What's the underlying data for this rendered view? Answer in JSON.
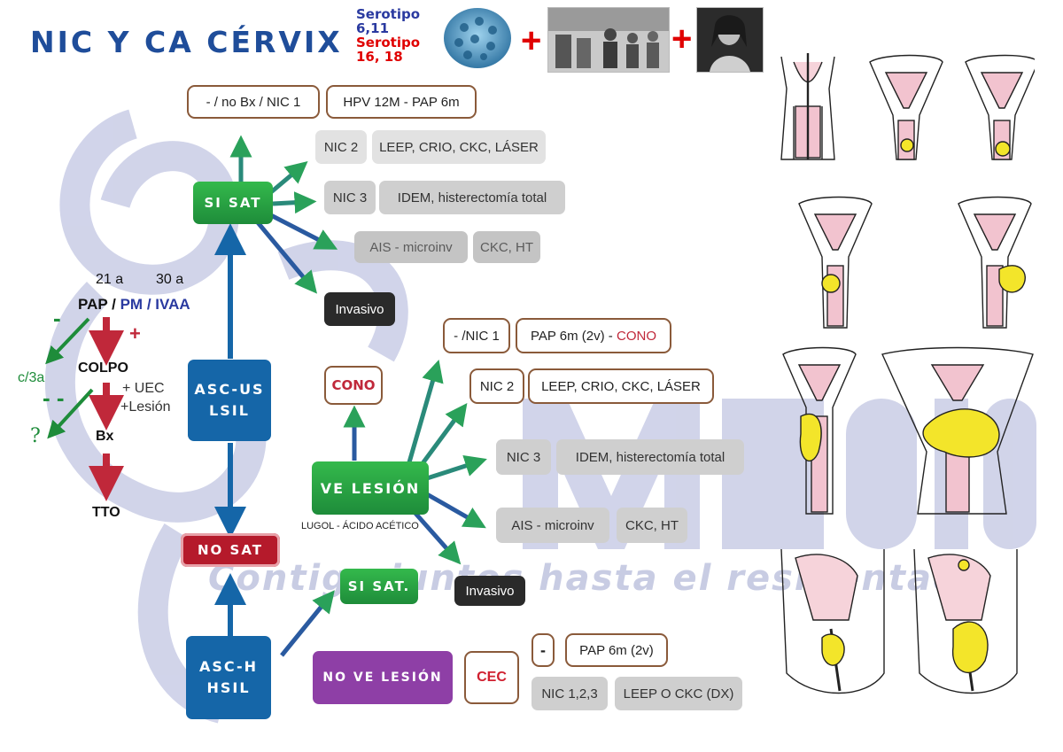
{
  "title": "NIC Y CA CÉRVIX",
  "serotypes": {
    "label1": "Serotipo",
    "value1": "6,11",
    "label2": "Serotipo",
    "value2": "16, 18",
    "plus": "+"
  },
  "colors": {
    "green": "#2aa546",
    "blue": "#1566a8",
    "red": "#c0283a",
    "purple": "#8e3fa6",
    "brown": "#8a5a3a",
    "dark_red": "#b51a2b"
  },
  "watermark": {
    "brand": "MEDIC",
    "tagline": "Contigo juntos hasta el residentado"
  },
  "screening": {
    "age1": "21 a",
    "age2": "30 a",
    "pap": "PAP",
    "slash1": "/",
    "pm": "PM",
    "slash2": "/",
    "ivaa": "IVAA",
    "minus": "-",
    "plus": "+",
    "c3a": "c/3a",
    "colpo": "COLPO",
    "uec": "+ UEC",
    "lesion": "+Lesión",
    "double_minus": "- -",
    "question": "?",
    "bx": "Bx",
    "tto": "TTO"
  },
  "nodes": {
    "si_sat": "SI SAT",
    "asc_us": "ASC-US\nLSIL",
    "no_sat": "NO SAT",
    "asc_h": "ASC-H\nHSIL",
    "ve_lesion": "VE LESIÓN",
    "lugol": "LUGOL - ÁCIDO ACÉTICO",
    "si_sat2": "SI SAT.",
    "no_ve_lesion": "NO VE LESIÓN",
    "cono": "CONO",
    "cec": "CEC"
  },
  "si_sat_branch": {
    "nobx": "- / no Bx / NIC 1",
    "nobx_tx": "HPV 12M - PAP 6m",
    "nic2": "NIC 2",
    "nic2_tx": "LEEP, CRIO, CKC, LÁSER",
    "nic3": "NIC 3",
    "nic3_tx": "IDEM, histerectomía total",
    "ais": "AIS - microinv",
    "ais_tx": "CKC, HT",
    "invasivo": "Invasivo"
  },
  "lesion_branch": {
    "nic1": "- /NIC 1",
    "nic1_tx": "PAP 6m (2v) -",
    "nic1_tx_red": "CONO",
    "nic2": "NIC 2",
    "nic2_tx": "LEEP, CRIO, CKC, LÁSER",
    "nic3": "NIC 3",
    "nic3_tx": "IDEM, histerectomía total",
    "ais": "AIS - microinv",
    "ais_tx": "CKC, HT",
    "invasivo": "Invasivo"
  },
  "cec_branch": {
    "neg": "-",
    "neg_tx": "PAP 6m (2v)",
    "pos": "NIC 1,2,3",
    "pos_tx": "LEEP O CKC (DX)"
  }
}
